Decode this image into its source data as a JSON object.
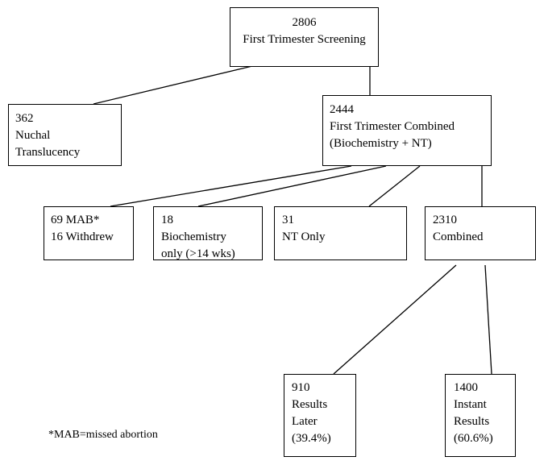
{
  "nodes": {
    "root": {
      "lines": [
        "2806",
        "First Trimester Screening"
      ]
    },
    "nuchal": {
      "lines": [
        "362",
        "Nuchal",
        "Translucency"
      ]
    },
    "combined_main": {
      "lines": [
        "2444",
        "First Trimester Combined",
        "(Biochemistry + NT)"
      ]
    },
    "mab": {
      "lines": [
        "69 MAB*",
        "16 Withdrew"
      ]
    },
    "biochem": {
      "lines": [
        "18",
        "Biochemistry",
        "only (>14 wks)"
      ]
    },
    "nt_only": {
      "lines": [
        "31",
        "NT Only"
      ]
    },
    "combined": {
      "lines": [
        "2310",
        "Combined"
      ]
    },
    "later": {
      "lines": [
        "910",
        "Results",
        "Later",
        "(39.4%)"
      ]
    },
    "instant": {
      "lines": [
        "1400",
        "Instant",
        "Results",
        "(60.6%)"
      ]
    }
  },
  "footnote": "*MAB=missed abortion",
  "colors": {
    "line": "#000000",
    "box_border": "#000000",
    "background": "#ffffff"
  }
}
